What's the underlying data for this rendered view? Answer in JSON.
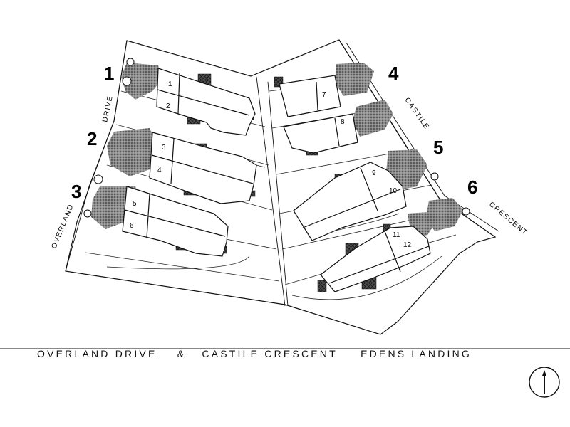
{
  "caption": {
    "part1": "OVERLAND DRIVE",
    "joiner": "&",
    "part2": "CASTILE CRESCENT",
    "part3": "EDENS LANDING"
  },
  "streets": {
    "drive": "DRIVE",
    "overland": "OVERLAND",
    "castile": "CASTILE",
    "crescent": "CRESCENT"
  },
  "blocks": [
    "1",
    "2",
    "3",
    "4",
    "5",
    "6"
  ],
  "units": [
    "1",
    "2",
    "3",
    "4",
    "5",
    "6",
    "7",
    "8",
    "9",
    "10",
    "11",
    "12"
  ],
  "colors": {
    "ink": "#111111",
    "hatch": "#6a6a6a",
    "paper": "#ffffff"
  },
  "icons": {
    "compass": "north-arrow-icon"
  }
}
